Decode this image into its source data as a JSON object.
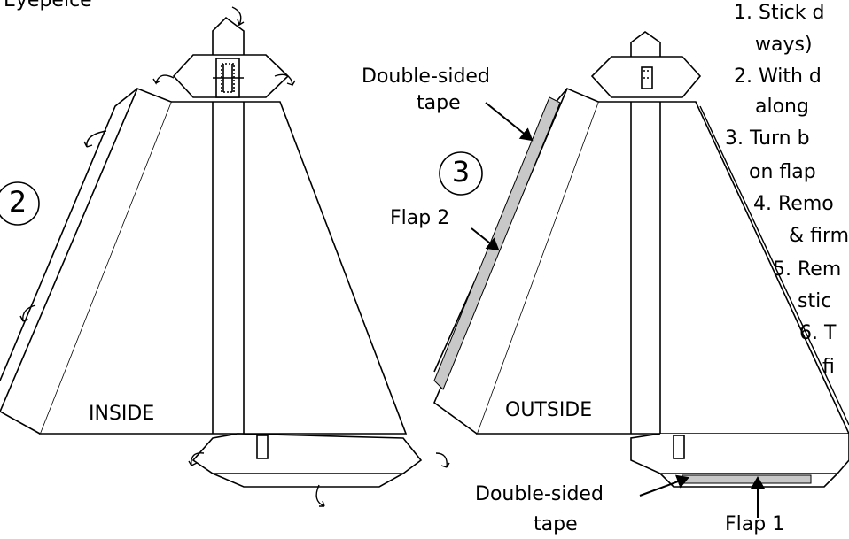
{
  "labels": {
    "eyepiece": "Eyepeice",
    "double_sided_tape": "Double-sided",
    "tape": "tape",
    "flap2": "Flap 2",
    "flap1": "Flap 1",
    "inside": "INSIDE",
    "outside": "OUTSIDE"
  },
  "steps": {
    "circle_left": "2",
    "circle_mid": "3"
  },
  "instructions": [
    "1. Stick d",
    "ways)",
    "2. With d",
    "along",
    "3. Turn b",
    "on flap",
    "4. Remo",
    "& firm",
    "5. Rem",
    "stic",
    "6. T",
    "fi"
  ],
  "colors": {
    "line": "#000000",
    "tape": "#c8c8c8",
    "background": "#ffffff"
  },
  "icons": [
    "fold-arrow-icon",
    "eyepiece-lens-icon",
    "pointer-arrow-icon"
  ]
}
